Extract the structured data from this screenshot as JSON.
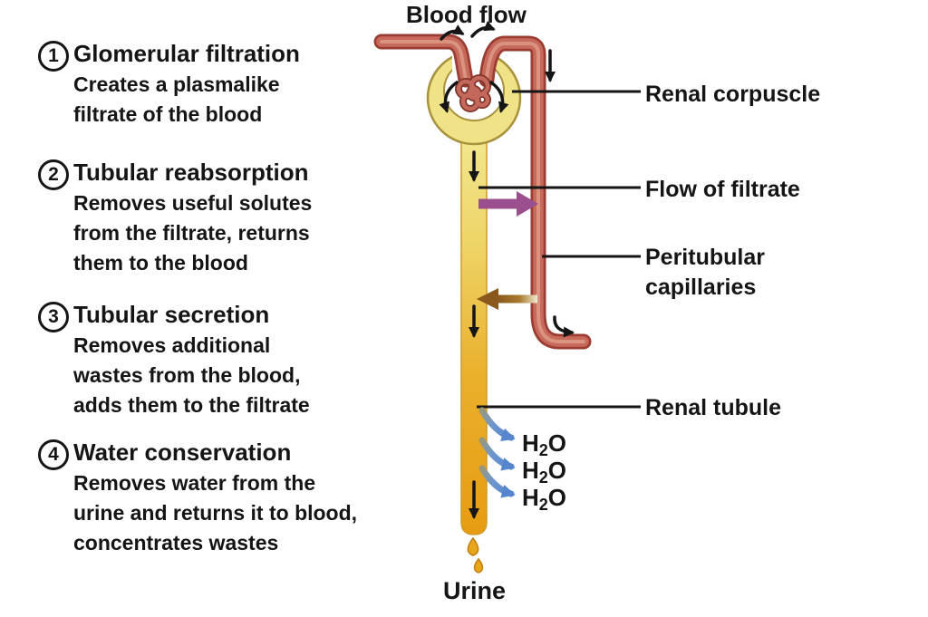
{
  "figure": {
    "title": "Blood flow",
    "steps": [
      {
        "num": "1",
        "heading": "Glomerular filtration",
        "desc": [
          "Creates a plasmalike",
          "filtrate of the blood"
        ]
      },
      {
        "num": "2",
        "heading": "Tubular reabsorption",
        "desc": [
          "Removes useful solutes",
          "from the filtrate, returns",
          "them to the blood"
        ]
      },
      {
        "num": "3",
        "heading": "Tubular secretion",
        "desc": [
          "Removes additional",
          "wastes from the blood,",
          "adds them to the filtrate"
        ]
      },
      {
        "num": "4",
        "heading": "Water conservation",
        "desc": [
          "Removes water from the",
          "urine and returns it to blood,",
          "concentrates wastes"
        ]
      }
    ],
    "labels": {
      "renal_corpuscle": "Renal corpuscle",
      "flow_of_filtrate": "Flow of filtrate",
      "peritubular_capillaries": "Peritubular capillaries",
      "renal_tubule": "Renal tubule",
      "urine": "Urine"
    },
    "h2o": {
      "element": "H",
      "subscript": "2",
      "oxygen": "O"
    },
    "colors": {
      "text": "#151515",
      "vessel_fill": "#c76a5c",
      "vessel_outline": "#9b3d32",
      "vessel_sheen": "#d9937f",
      "capsule_fill": "#f0e387",
      "capsule_outline": "#a8923e",
      "tubule_top": "#f2e78f",
      "tubule_bottom": "#e79c12",
      "reabsorption_arrow": "#9c4f8f",
      "secretion_arrow": "#8a581d",
      "water_arrow": "#5585cc",
      "urine_drop": "#e8a61c",
      "flow_arrow": "#151515"
    }
  }
}
